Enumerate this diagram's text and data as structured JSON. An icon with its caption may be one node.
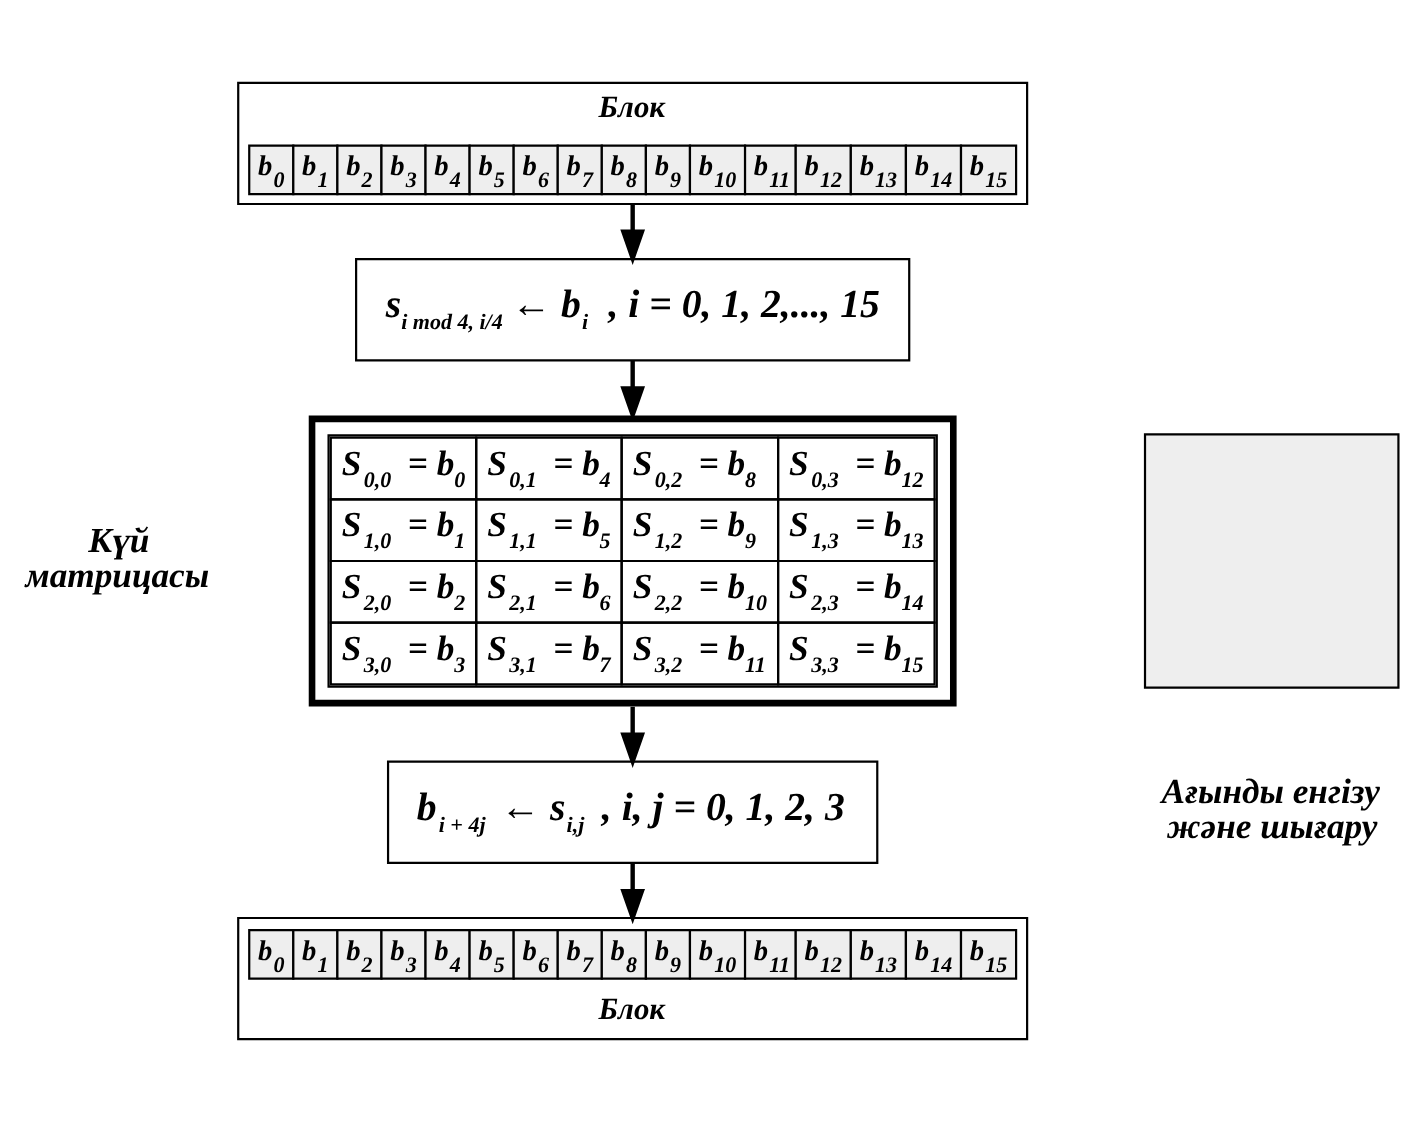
{
  "diagram": {
    "nodes": [
      {
        "text": [
          "Блок",
          "b$_{0}$",
          "b$_{1}$",
          "b$_{2}$",
          "b$_{3}$",
          "b$_{4}$",
          "b$_{5}$",
          "b$_{6}$",
          "b$_{7}$",
          "b$_{8}$",
          "b$_{9}$",
          "b$_{10}$",
          "b$_{11}$",
          "b$_{12}$",
          "b$_{13}$",
          "b$_{14}$",
          "b$_{15}$"
        ]
      },
      {
        "text": [
          "s$_{i mod 4, i/4}$ ← b$_{i}$ , i = 0, 1, 2,..., 15"
        ]
      },
      {
        "text": [
          "S$_{0,0}$ = b$_{0}$",
          "S$_{0,1}$ = b$_{4}$",
          "S$_{0,2}$ = b$_{8}$",
          "S$_{0,3}$ = b$_{12}$",
          "S$_{1,0}$ = b$_{1}$",
          "S$_{1,1}$ = b$_{5}$",
          "S$_{1,2}$ = b$_{9}$",
          "S$_{1,3}$ = b$_{13}$",
          "S$_{2,0}$ = b$_{2}$",
          "S$_{2,1}$ = b$_{6}$",
          "S$_{2,2}$ = b$_{10}$",
          "S$_{2,3}$ = b$_{14}$",
          "S$_{3,0}$ = b$_{3}$",
          "S$_{3,1}$ = b$_{7}$",
          "S$_{3,2}$ = b$_{11}$",
          "S$_{3,3}$ = b$_{15}$"
        ],
        "beside": [
          "Күй матрицасы"
        ]
      },
      {
        "text": [
          "b$_{i + 4j}$ ← s$_{i,j}$ , i, j = 0, 1, 2, 3"
        ]
      },
      {
        "text": [
          "b$_{0}$",
          "b$_{1}$",
          "b$_{2}$",
          "b$_{3}$",
          "b$_{4}$",
          "b$_{5}$",
          "b$_{6}$",
          "b$_{7}$",
          "b$_{8}$",
          "b$_{9}$",
          "b$_{10}$",
          "b$_{11}$",
          "b$_{12}$",
          "b$_{13}$",
          "b$_{14}$",
          "b$_{15}$",
          "Блок"
        ]
      },
      {
        "text": [],
        "shape": "box",
        "beside": [
          "Ағынды енгізу және шығару"
        ]
      }
    ],
    "edges": [
      {
        "from": 0,
        "to": 1,
        "arrow": "to"
      },
      {
        "from": 1,
        "to": 2,
        "arrow": "to"
      },
      {
        "from": 2,
        "to": 3,
        "arrow": "to"
      },
      {
        "from": 3,
        "to": 4,
        "arrow": "to"
      }
    ]
  }
}
